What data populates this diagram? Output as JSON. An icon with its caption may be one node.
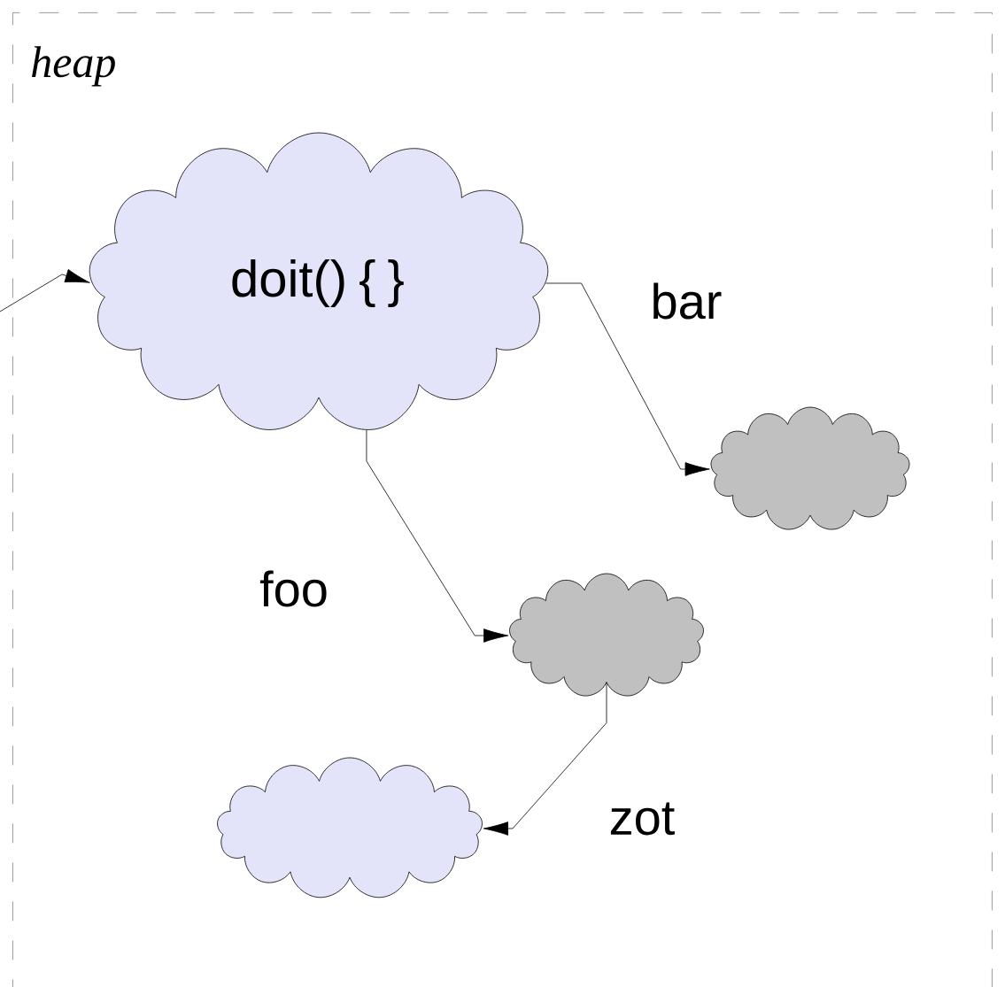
{
  "diagram": {
    "nodes": [
      {
        "text": [
          "heap"
        ]
      },
      {
        "text": [
          "doit() { }"
        ],
        "in": 0
      },
      {
        "text": [],
        "shape": "cloud",
        "in": 0
      },
      {
        "text": [],
        "shape": "cloud",
        "in": 0
      },
      {
        "text": [],
        "shape": "cloud",
        "in": 0
      }
    ],
    "edges": [
      {
        "from": null,
        "to": 1,
        "arrow": "to"
      },
      {
        "from": 1,
        "to": 2,
        "arrow": "to",
        "label": "bar"
      },
      {
        "from": 1,
        "to": 3,
        "arrow": "to",
        "label": "foo"
      },
      {
        "from": 3,
        "to": 4,
        "arrow": "to",
        "label": "zot"
      }
    ]
  }
}
